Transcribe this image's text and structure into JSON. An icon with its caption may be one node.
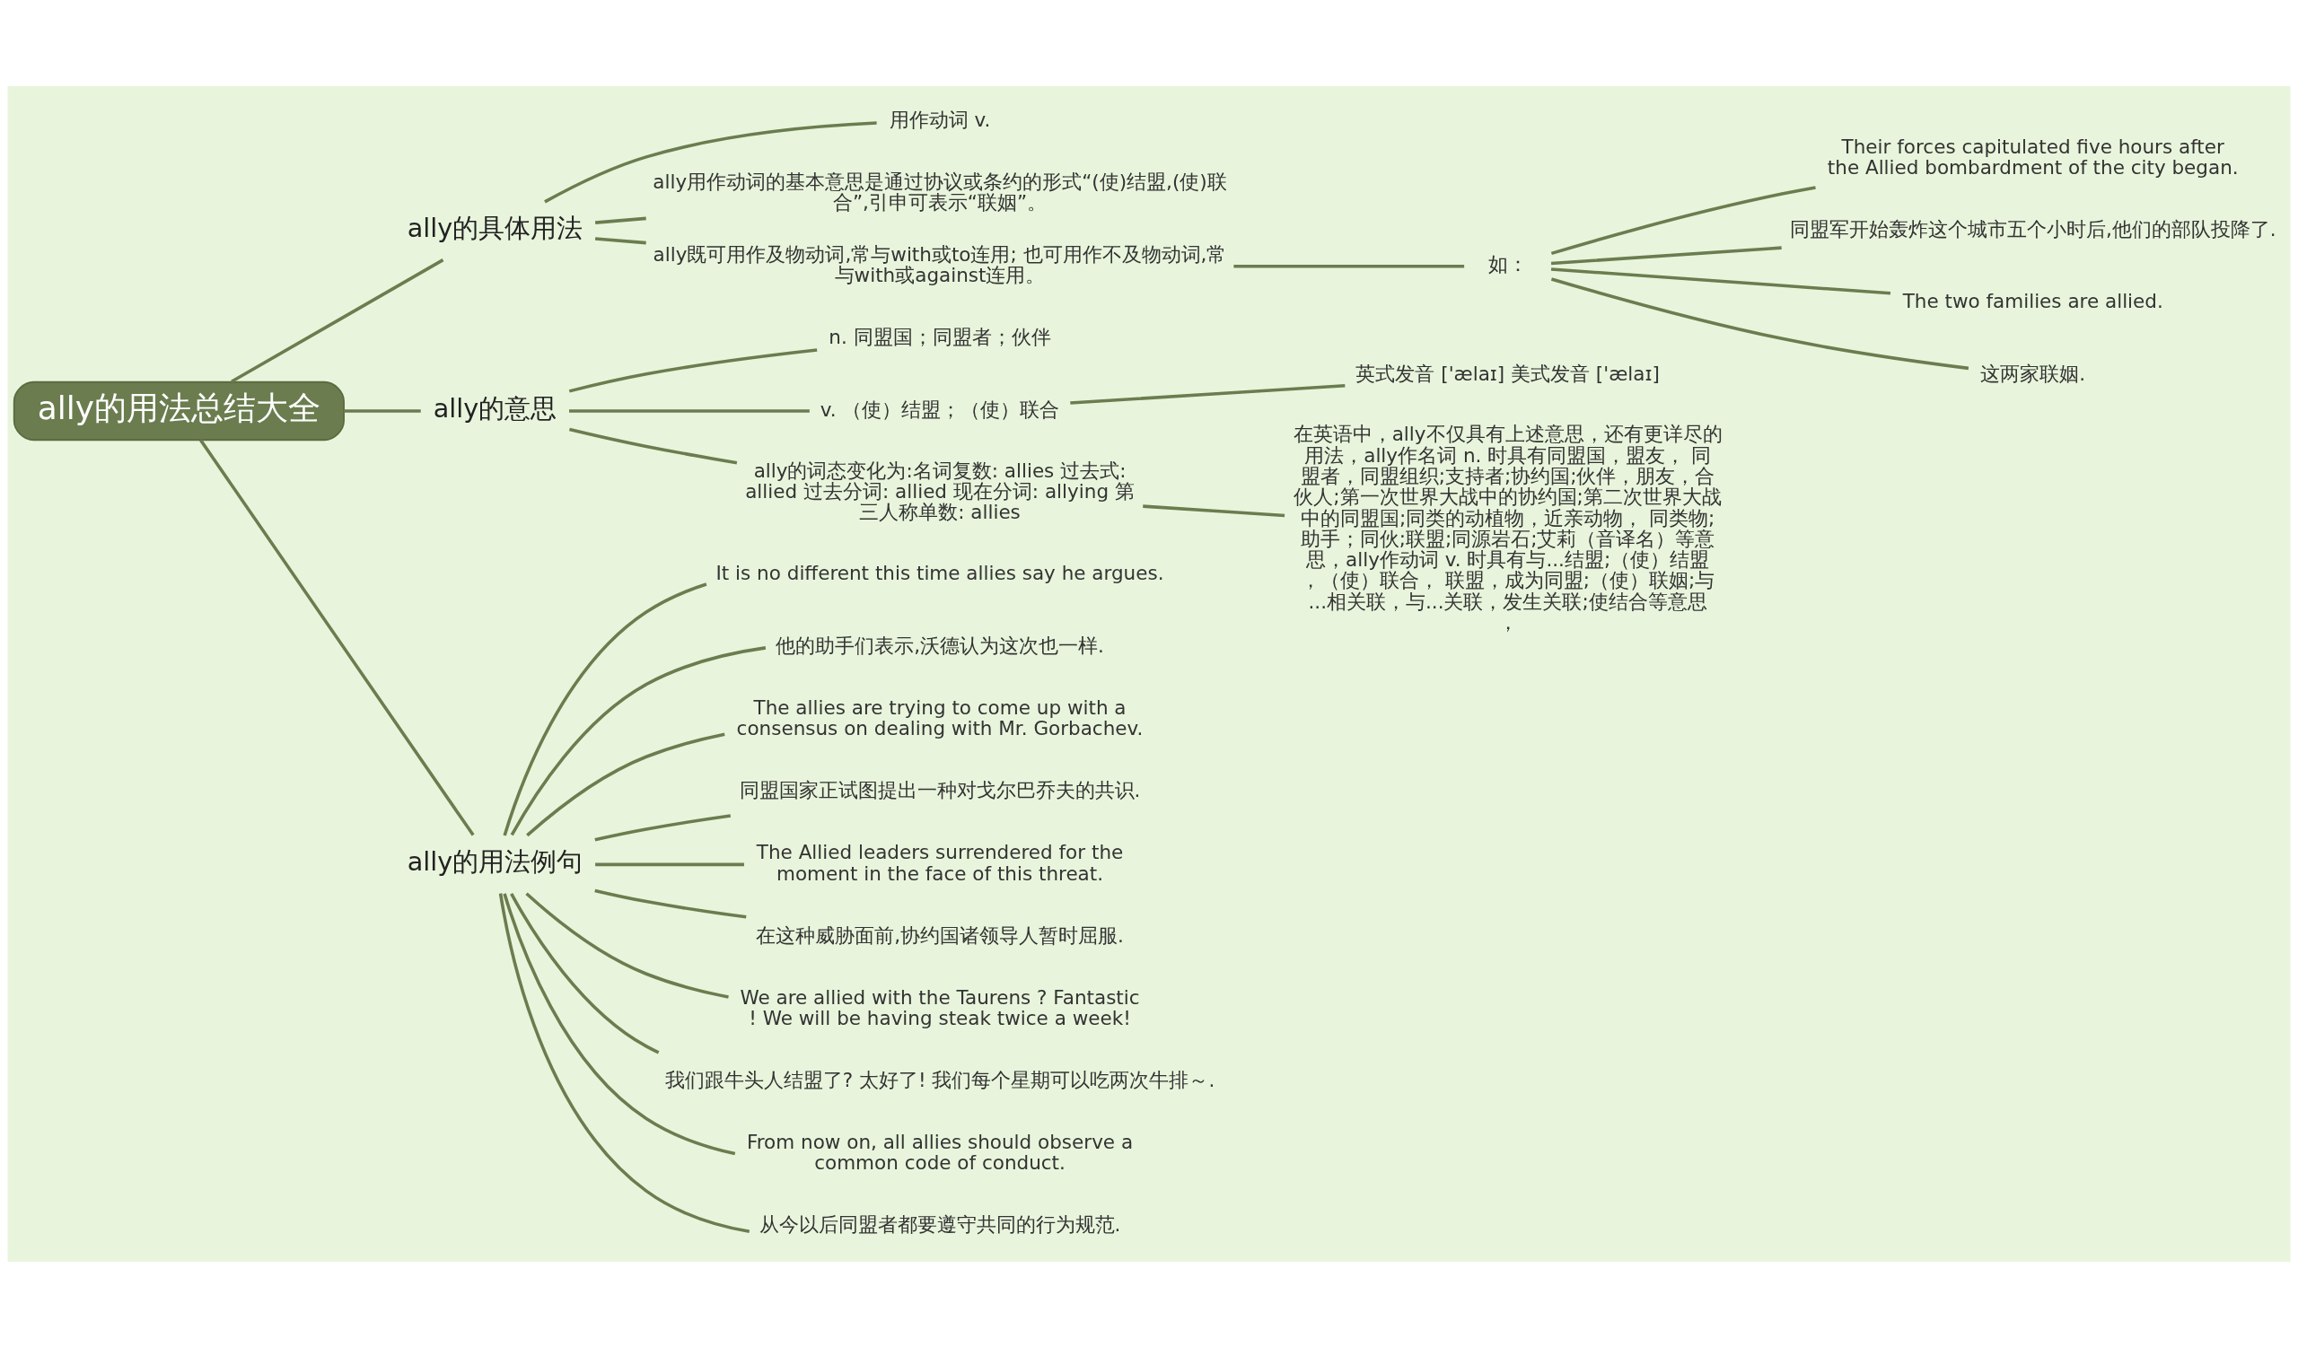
{
  "diagram": {
    "nodes": [
      {
        "text": [
          "ally的用法总结大全"
        ]
      },
      {
        "text": [
          "ally的具体用法"
        ]
      },
      {
        "text": [
          "用作动词 v."
        ]
      },
      {
        "text": [
          "ally用作动词的基本意思是通过协议或条约的形式“(使)结盟,(使)联合”,引申可表示“联姻”。"
        ]
      },
      {
        "text": [
          "ally既可用作及物动词,常与with或to连用; 也可用作不及物动词,常与with或against连用。"
        ]
      },
      {
        "text": [
          "如："
        ]
      },
      {
        "text": [
          "Their forces capitulated five hours after the Allied bombardment of the city began."
        ]
      },
      {
        "text": [
          "同盟军开始轰炸这个城市五个小时后,他们的部队投降了."
        ]
      },
      {
        "text": [
          "The two families are allied."
        ]
      },
      {
        "text": [
          "这两家联姻."
        ]
      },
      {
        "text": [
          "ally的意思"
        ]
      },
      {
        "text": [
          "n. 同盟国；同盟者；伙伴"
        ]
      },
      {
        "text": [
          "v. （使）结盟；（使）联合"
        ]
      },
      {
        "text": [
          "英式发音 ['ælaɪ] 美式发音 ['ælaɪ]"
        ]
      },
      {
        "text": [
          "ally的词态变化为:名词复数: allies 过去式: allied 过去分词: allied 现在分词: allying 第三人称单数: allies"
        ]
      },
      {
        "text": [
          "在英语中，ally不仅具有上述意思，还有更详尽的用法，ally作名词 n. 时具有同盟国，盟友， 同盟者，同盟组织;支持者;协约国;伙伴，朋友，合伙人;第一次世界大战中的协约国;第二次世界大战中的同盟国;同类的动植物，近亲动物， 同类物;助手；同伙;联盟;同源岩石;艾莉（音译名）等意思，ally作动词 v. 时具有与...结盟;（使）结盟，（使）联合， 联盟，成为同盟;（使）联姻;与...相关联，与...关联，发生关联;使结合等意思，"
        ]
      },
      {
        "text": [
          "ally的用法例句"
        ]
      },
      {
        "text": [
          "It is no different this time allies say he argues."
        ]
      },
      {
        "text": [
          "他的助手们表示,沃德认为这次也一样."
        ]
      },
      {
        "text": [
          "The allies are trying to come up with a consensus on dealing with Mr. Gorbachev."
        ]
      },
      {
        "text": [
          "同盟国家正试图提出一种对戈尔巴乔夫的共识."
        ]
      },
      {
        "text": [
          "The Allied leaders surrendered for the moment in the face of this threat."
        ]
      },
      {
        "text": [
          "在这种威胁面前,协约国诸领导人暂时屈服."
        ]
      },
      {
        "text": [
          "We are allied with the Taurens ? Fantastic ! We will be having steak twice a week!"
        ]
      },
      {
        "text": [
          "我们跟牛头人结盟了? 太好了! 我们每个星期可以吃两次牛排～."
        ]
      },
      {
        "text": [
          "From now on, all allies should observe a common code of conduct."
        ]
      },
      {
        "text": [
          "从今以后同盟者都要遵守共同的行为规范."
        ]
      }
    ],
    "edges": [
      {
        "from": 0,
        "to": 1,
        "arrow": "none"
      },
      {
        "from": 1,
        "to": 2,
        "arrow": "none"
      },
      {
        "from": 1,
        "to": 3,
        "arrow": "none"
      },
      {
        "from": 1,
        "to": 4,
        "arrow": "none"
      },
      {
        "from": 4,
        "to": 5,
        "arrow": "none"
      },
      {
        "from": 5,
        "to": 6,
        "arrow": "none"
      },
      {
        "from": 5,
        "to": 7,
        "arrow": "none"
      },
      {
        "from": 5,
        "to": 8,
        "arrow": "none"
      },
      {
        "from": 5,
        "to": 9,
        "arrow": "none"
      },
      {
        "from": 0,
        "to": 10,
        "arrow": "none"
      },
      {
        "from": 10,
        "to": 11,
        "arrow": "none"
      },
      {
        "from": 10,
        "to": 12,
        "arrow": "none"
      },
      {
        "from": 12,
        "to": 13,
        "arrow": "none"
      },
      {
        "from": 10,
        "to": 14,
        "arrow": "none"
      },
      {
        "from": 14,
        "to": 15,
        "arrow": "none"
      },
      {
        "from": 0,
        "to": 16,
        "arrow": "none"
      },
      {
        "from": 16,
        "to": 17,
        "arrow": "none"
      },
      {
        "from": 16,
        "to": 18,
        "arrow": "none"
      },
      {
        "from": 16,
        "to": 19,
        "arrow": "none"
      },
      {
        "from": 16,
        "to": 20,
        "arrow": "none"
      },
      {
        "from": 16,
        "to": 21,
        "arrow": "none"
      },
      {
        "from": 16,
        "to": 22,
        "arrow": "none"
      },
      {
        "from": 16,
        "to": 23,
        "arrow": "none"
      },
      {
        "from": 16,
        "to": 24,
        "arrow": "none"
      },
      {
        "from": 16,
        "to": 25,
        "arrow": "none"
      },
      {
        "from": 16,
        "to": 26,
        "arrow": "none"
      }
    ]
  }
}
